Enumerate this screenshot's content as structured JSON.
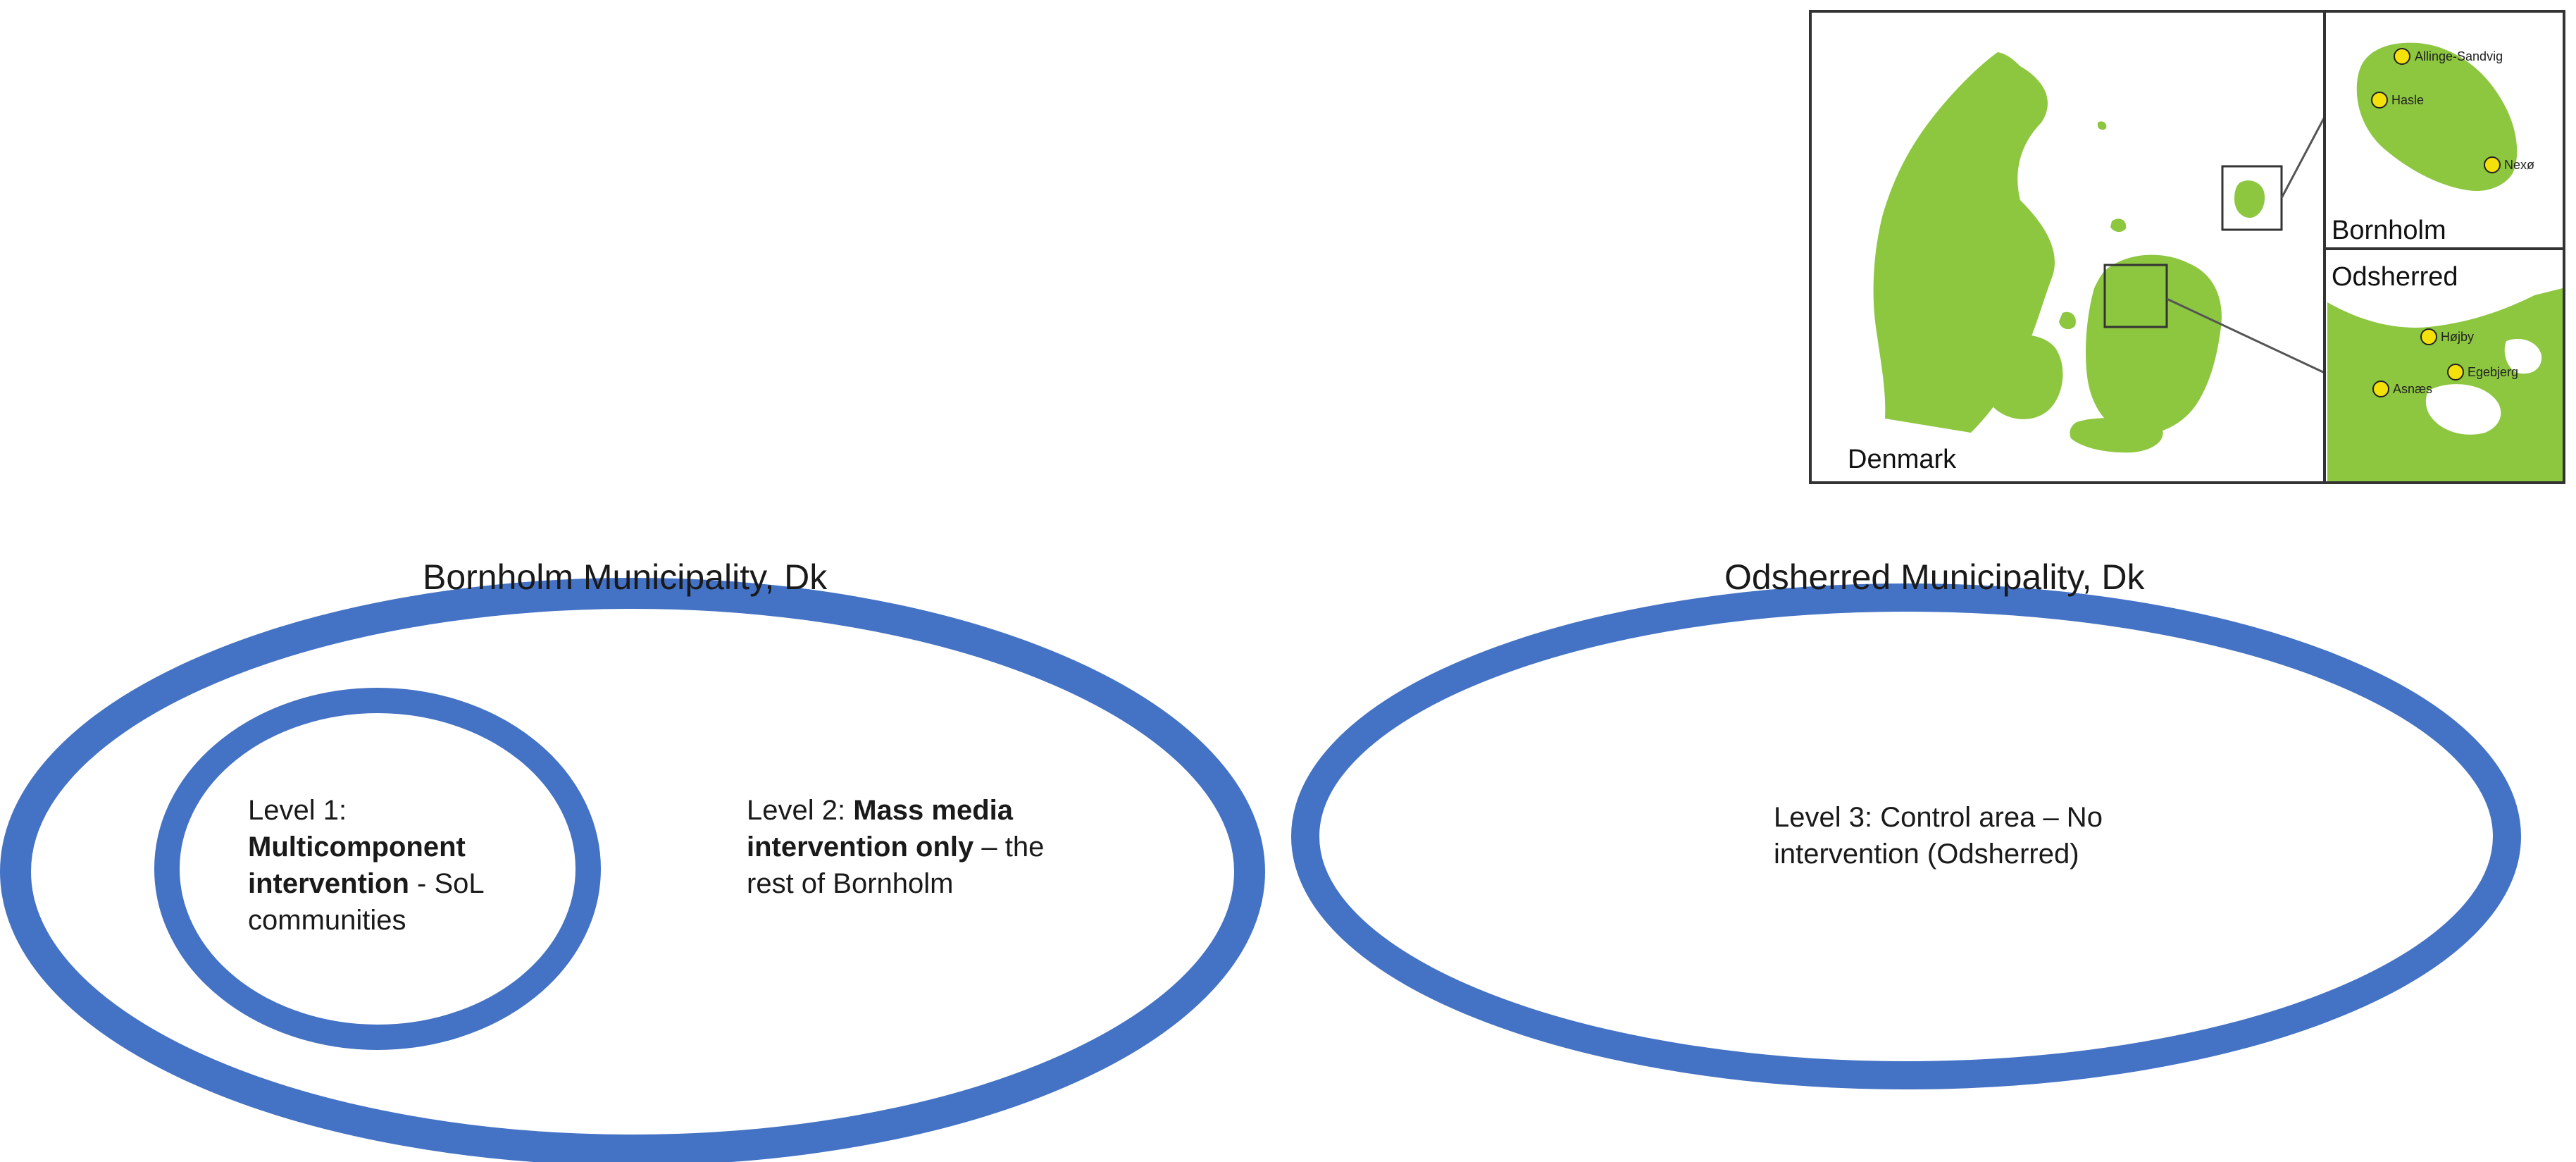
{
  "map": {
    "label_denmark": "Denmark",
    "label_bornholm": "Bornholm",
    "label_odsherred": "Odsherred",
    "bornholm_towns": [
      "Allinge-Sandvig",
      "Hasle",
      "Nexø"
    ],
    "odsherred_towns": [
      "Højby",
      "Egebjerg",
      "Asnæs"
    ],
    "colors": {
      "land": "#8dc63f",
      "sea": "#ffffff",
      "frame": "#333333",
      "marker": "#f5e10a"
    }
  },
  "diagram": {
    "bornholm_title": "Bornholm Municipality, Dk",
    "odsherred_title": "Odsherred Municipality, Dk",
    "level1": {
      "prefix": "Level 1:",
      "bold": "Multicomponent intervention",
      "suffix": " - SoL communities"
    },
    "level2": {
      "prefix": "Level 2:  ",
      "bold": "Mass media intervention only",
      "suffix": " – the rest of Bornholm"
    },
    "level3": {
      "text": "Level 3: Control  area – No intervention (Odsherred)"
    },
    "colors": {
      "ring": "#4472c4"
    }
  }
}
